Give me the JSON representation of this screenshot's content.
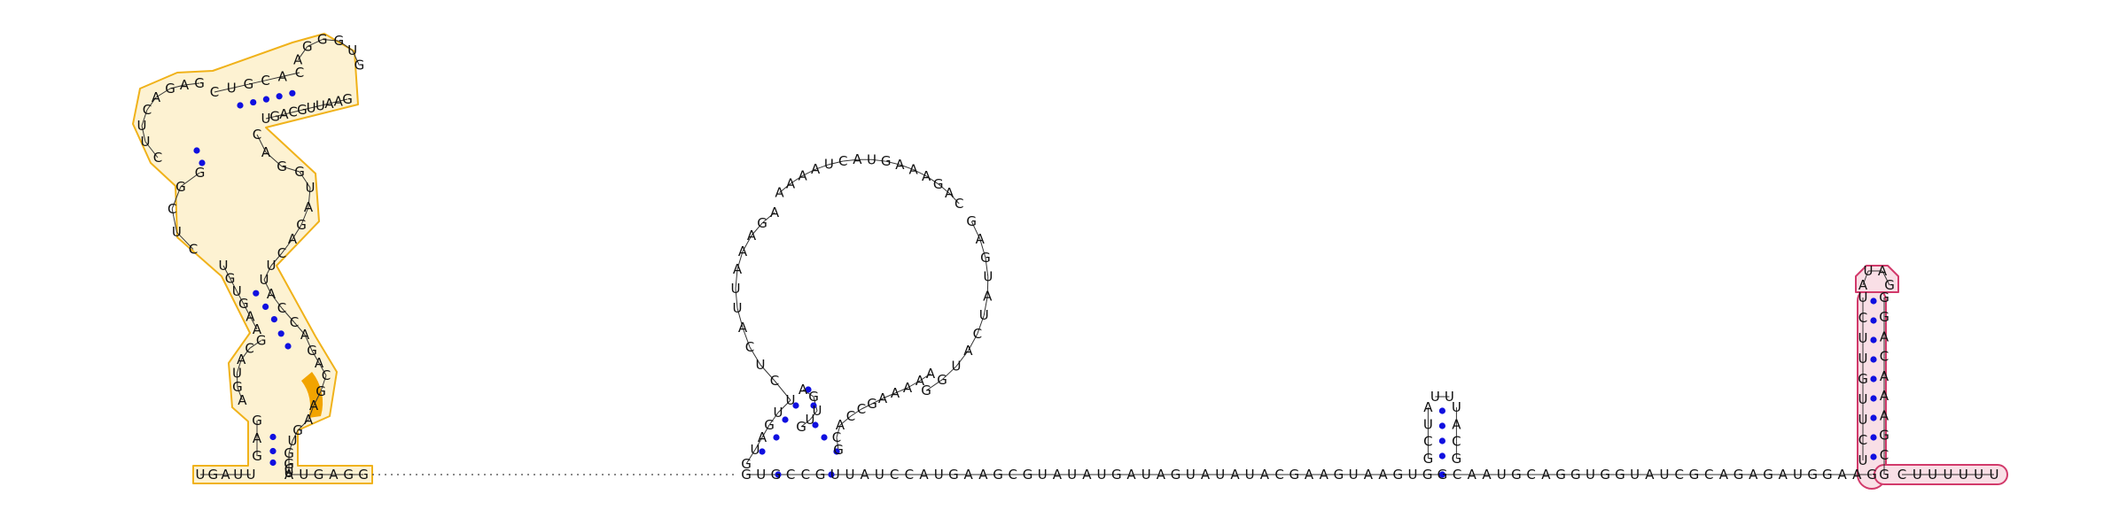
{
  "colors": {
    "pair_dot": "#1010e0",
    "highlight_orange": "#f0b21a",
    "highlight_orange_fill": "#fdf2d2",
    "highlight_orange_strong": "#f2a400",
    "highlight_pink": "#d23a6b",
    "highlight_pink_fill": "#f9dfe6"
  },
  "structure": {
    "left_tail": "UGAUU",
    "left_stem_5prime": "GAG",
    "left_internal_loop_5prime": "AGUACG",
    "left_helix_5prime": "AAGUGU",
    "left_second_loop_5prime": "CUCGG",
    "left_top_junction_5prime": "CUUCAGAG",
    "left_hairpin_stem": "CUGCAC",
    "left_hairpin_loop": "AGGGUG",
    "left_hairpin_stem_3prime": "GAAUUGCAGU",
    "left_right_column": "CAGGUAGACUUACCAGACGAAGUGGCU",
    "left_tail_3prime": "AUGAGG",
    "middle_loop_left": "GUAGUUCUCAUUAAAGA",
    "middle_loop_top": "AAAAUCAUGAAAGAC",
    "middle_loop_right": "GAGUAUCAUGG",
    "middle_loop_lower": "AAAAAGCCACG",
    "middle_inner": "AGUUG",
    "baseline": "GUGCCGUUAUCCAUGAAGCGUAUAUGAUAGUAUAUACGAAGUAAGUGGCAAUGCAGGUGGUAUCGCAGAGAUGGAAG",
    "small_hairpin_5prime": "GCUA",
    "small_hairpin_loop": "UU",
    "small_hairpin_3prime": "UACG",
    "right_hairpin_5prime": "UCUUGUUCU",
    "right_hairpin_loop": "AUAG",
    "right_hairpin_3prime": "GGACAAAGCG",
    "right_tail": "CUUUUUU"
  }
}
